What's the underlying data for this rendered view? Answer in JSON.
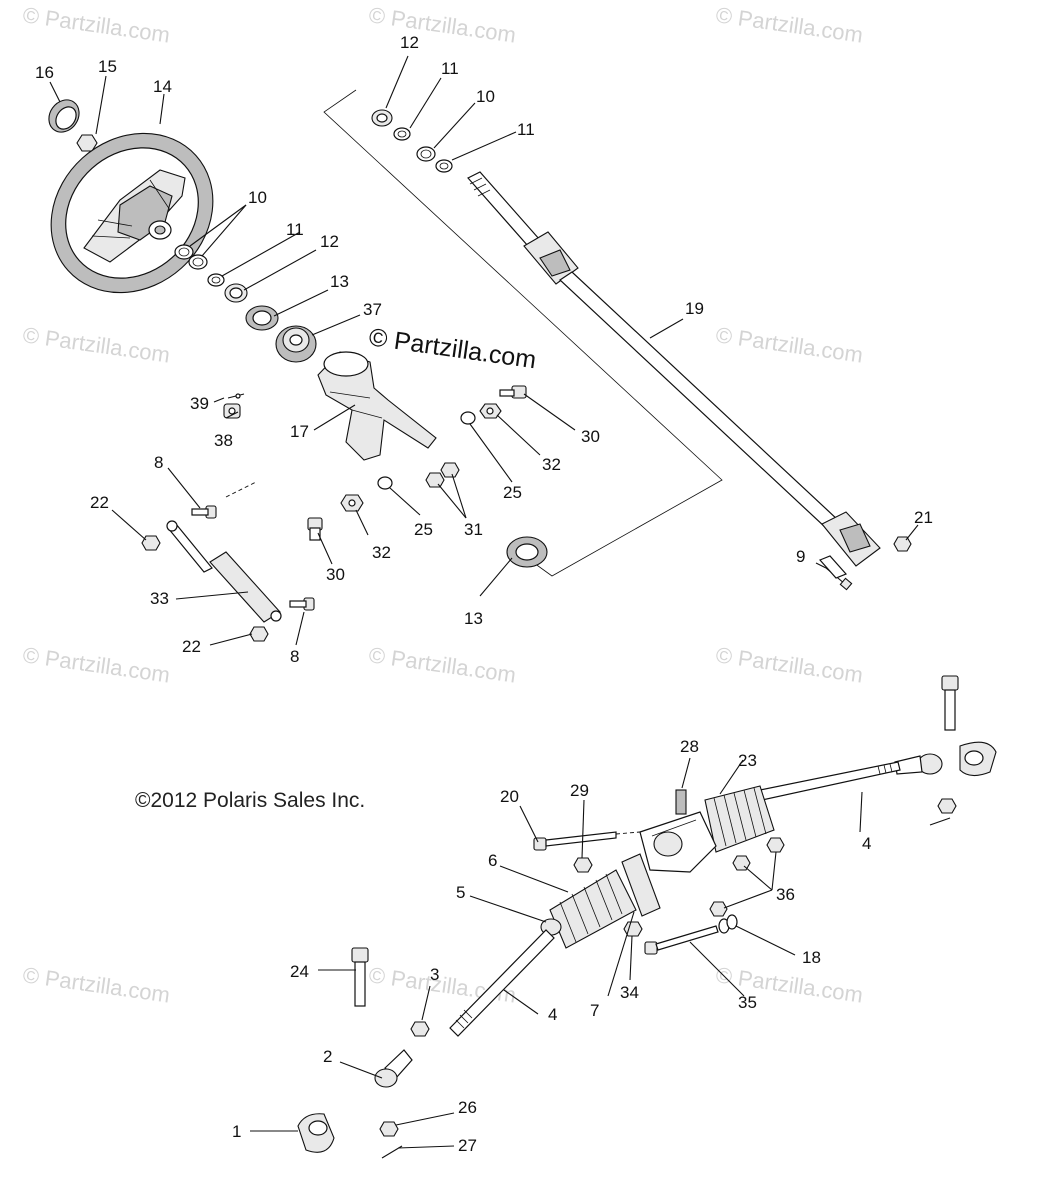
{
  "watermark_text": "© Partzilla.com",
  "brand_text": "© Partzilla.com",
  "copyright": "©2012 Polaris Sales Inc.",
  "callout_labels": {
    "c1": "1",
    "c2": "2",
    "c3": "3",
    "c4a": "4",
    "c4b": "4",
    "c5": "5",
    "c6": "6",
    "c7": "7",
    "c8a": "8",
    "c8b": "8",
    "c9": "9",
    "c10a": "10",
    "c10b": "10",
    "c11a": "11",
    "c11b": "11",
    "c11c": "11",
    "c12a": "12",
    "c12b": "12",
    "c13a": "13",
    "c13b": "13",
    "c14": "14",
    "c15": "15",
    "c16": "16",
    "c17": "17",
    "c18": "18",
    "c19": "19",
    "c20": "20",
    "c21": "21",
    "c22a": "22",
    "c22b": "22",
    "c23": "23",
    "c24": "24",
    "c25a": "25",
    "c25b": "25",
    "c26": "26",
    "c27": "27",
    "c28": "28",
    "c29": "29",
    "c30a": "30",
    "c30b": "30",
    "c31": "31",
    "c32a": "32",
    "c32b": "32",
    "c33": "33",
    "c34": "34",
    "c35": "35",
    "c36": "36",
    "c37": "37",
    "c38": "38",
    "c39": "39"
  }
}
